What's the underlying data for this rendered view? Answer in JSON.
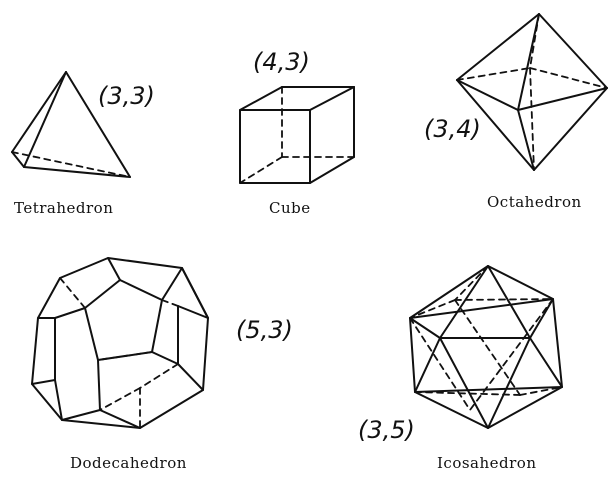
{
  "solids": [
    {
      "id": "tetrahedron",
      "name": "Tetrahedron",
      "schlafli": "(3,3)"
    },
    {
      "id": "cube",
      "name": "Cube",
      "schlafli": "(4,3)"
    },
    {
      "id": "octahedron",
      "name": "Octahedron",
      "schlafli": "(3,4)"
    },
    {
      "id": "dodecahedron",
      "name": "Dodecahedron",
      "schlafli": "(5,3)"
    },
    {
      "id": "icosahedron",
      "name": "Icosahedron",
      "schlafli": "(3,5)"
    }
  ]
}
